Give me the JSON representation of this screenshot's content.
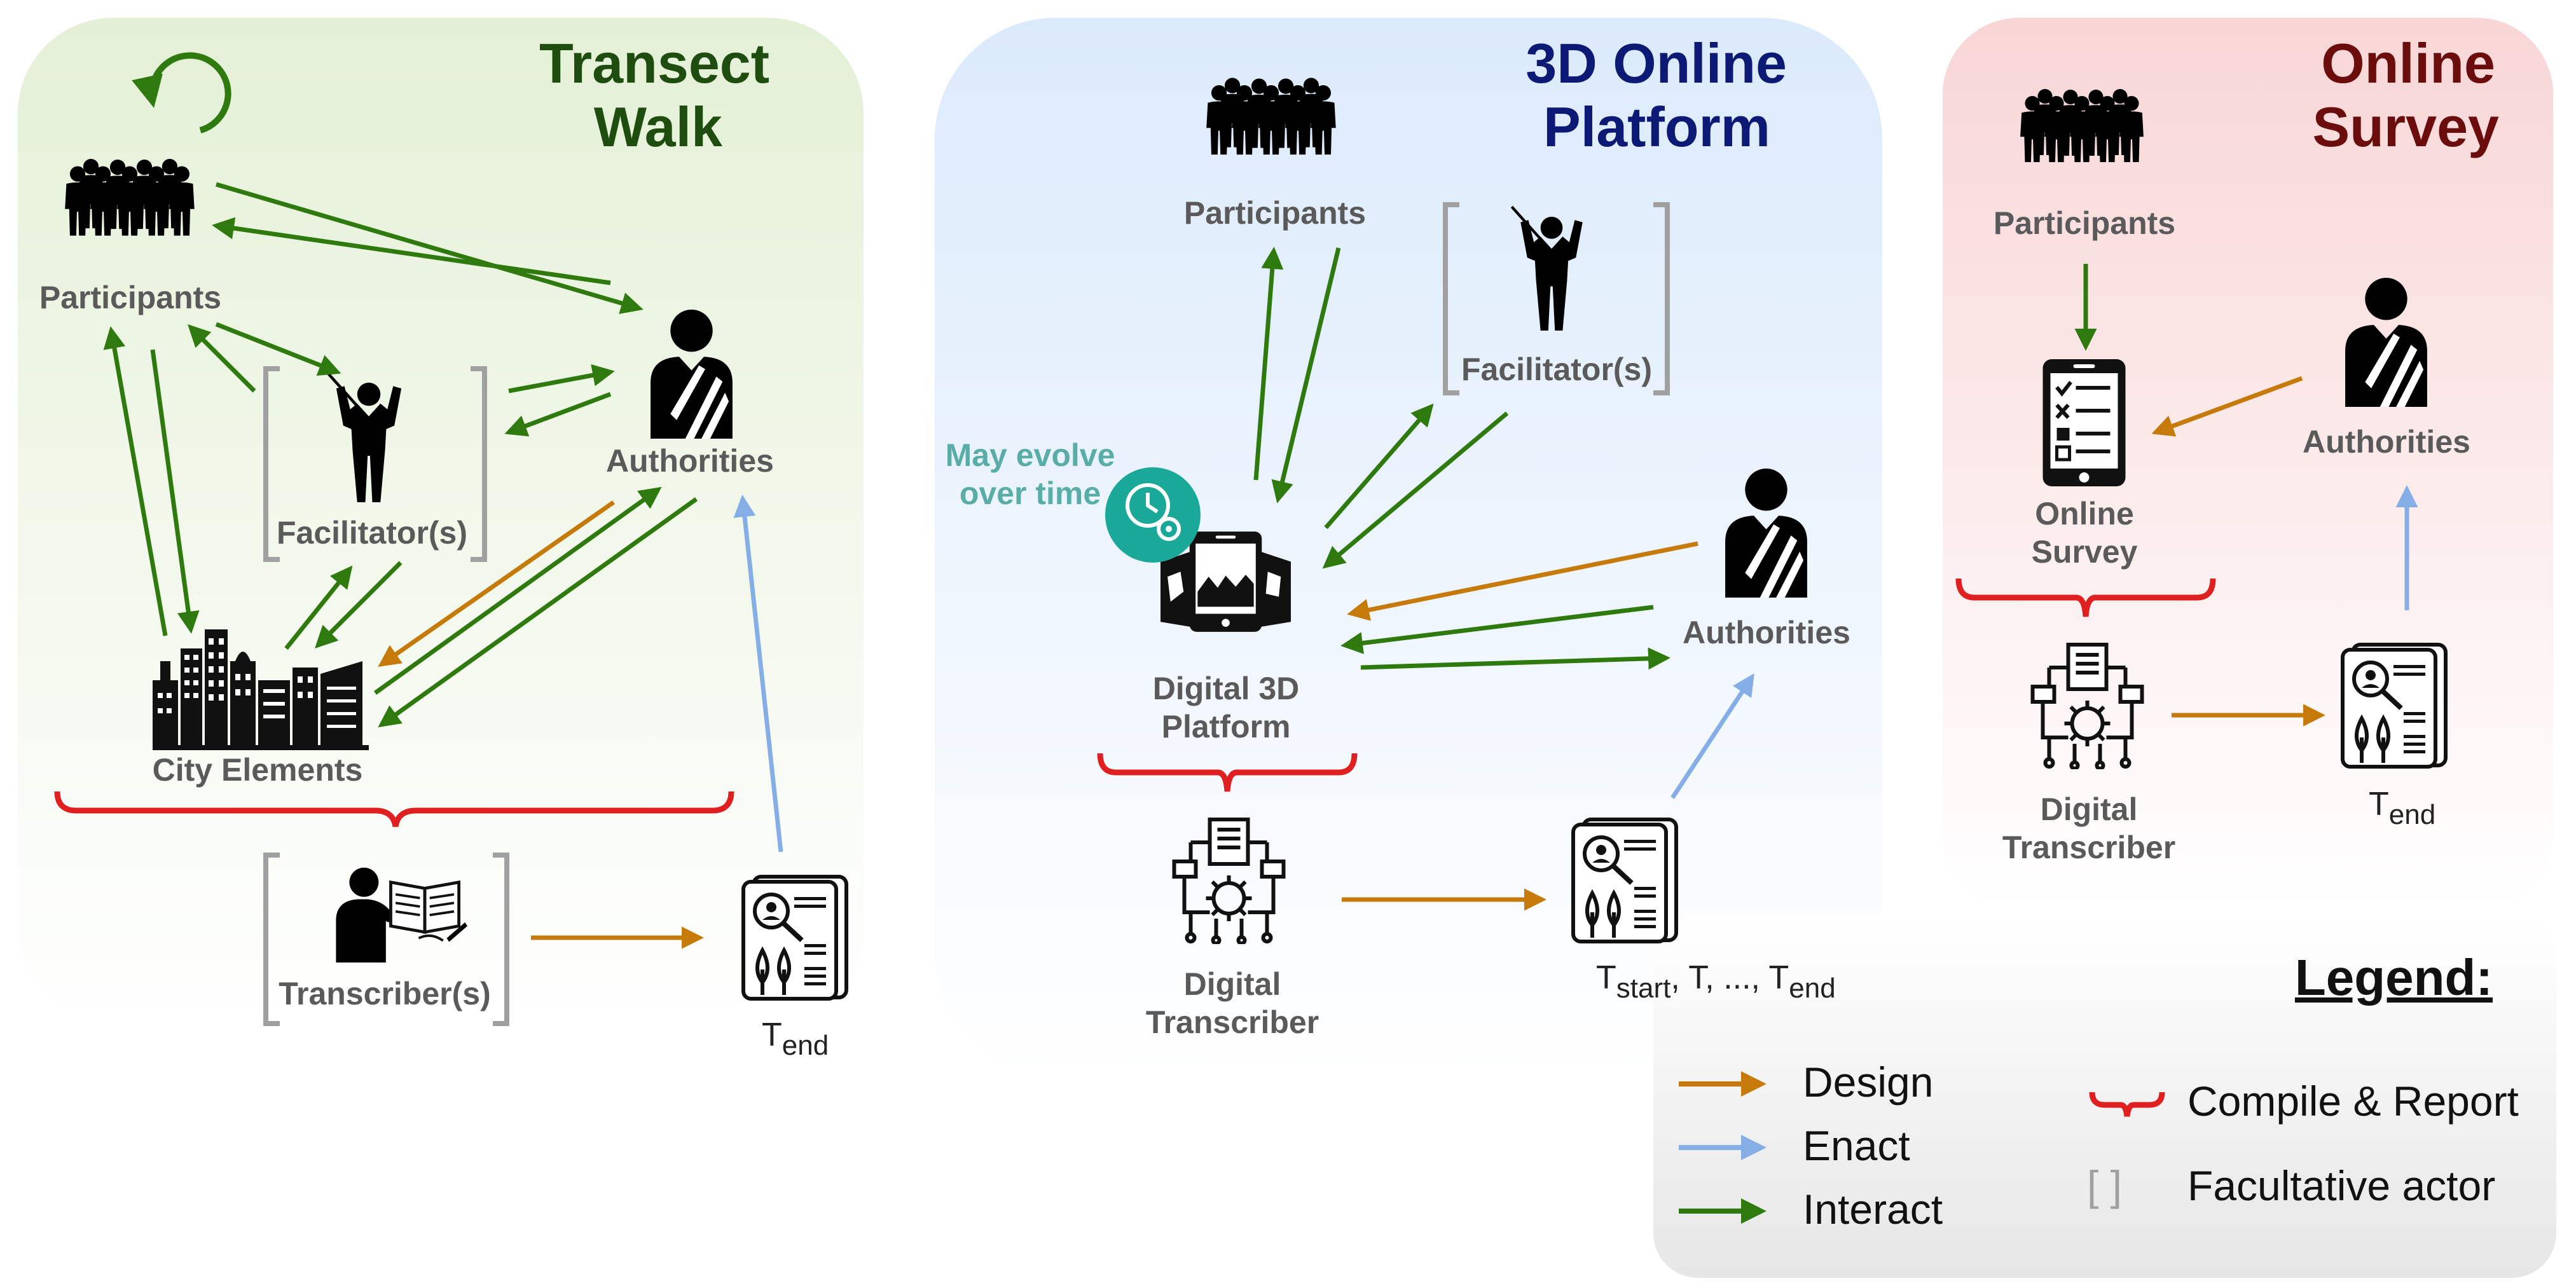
{
  "panels": {
    "transect": {
      "title_line1": "Transect",
      "title_line2": "Walk",
      "title_color": "#1f4d0f",
      "bg_color": "#e6f1da"
    },
    "platform": {
      "title_line1": "3D Online",
      "title_line2": "Platform",
      "title_color": "#0d1a75",
      "bg_color": "#dcebfa"
    },
    "survey": {
      "title_line1": "Online",
      "title_line2": "Survey",
      "title_color": "#6b0d0d",
      "bg_color": "#f9d9d9"
    }
  },
  "labels": {
    "tw_participants": "Participants",
    "tw_facilitators": "Facilitator(s)",
    "tw_authorities": "Authorities",
    "tw_city": "City Elements",
    "tw_transcribers": "Transcriber(s)",
    "tw_tend_main": "T",
    "tw_tend_sub": "end",
    "p3_participants": "Participants",
    "p3_facilitators": "Facilitator(s)",
    "p3_authorities": "Authorities",
    "p3_platform_line1": "Digital 3D",
    "p3_platform_line2": "Platform",
    "p3_transcriber_line1": "Digital",
    "p3_transcriber_line2": "Transcriber",
    "p3_evolve_line1": "May evolve",
    "p3_evolve_line2": "over time",
    "p3_t_main1": "T",
    "p3_t_sub1": "start",
    "p3_t_main2": ", T, ..., T",
    "p3_t_sub2": "end",
    "os_participants": "Participants",
    "os_authorities": "Authorities",
    "os_survey_line1": "Online",
    "os_survey_line2": "Survey",
    "os_transcriber_line1": "Digital",
    "os_transcriber_line2": "Transcriber",
    "os_tend_main": "T",
    "os_tend_sub": "end"
  },
  "legend": {
    "title": "Legend:",
    "design": "Design",
    "enact": "Enact",
    "interact": "Interact",
    "compile": "Compile & Report",
    "facultative": "Facultative actor",
    "facultative_symbol": "[ ]"
  },
  "colors": {
    "design": "#c57a0a",
    "enact": "#86aee6",
    "interact": "#2f7a0e",
    "compile": "#e02020",
    "bracket": "#a0a0a0",
    "evolve_text": "#5aada6",
    "evolve_icon": "#1aa898"
  },
  "icons": [
    "group-icon",
    "facilitator-icon",
    "authority-icon",
    "city-icon",
    "transcriber-icon",
    "report-icon",
    "phone-platform-icon",
    "gear-clock-icon",
    "digital-transcriber-icon",
    "survey-phone-icon",
    "refresh-loop-icon"
  ]
}
